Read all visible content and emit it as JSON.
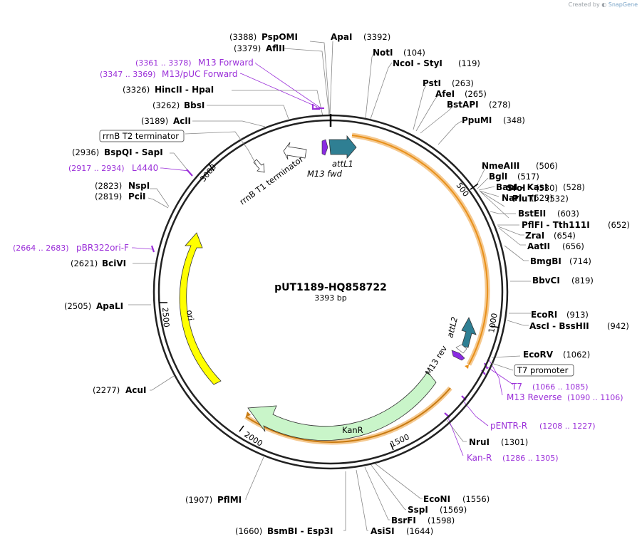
{
  "credit": {
    "prefix": "Created by",
    "brand": "SnapGene"
  },
  "plasmid": {
    "name": "pUT1189-HQ858722",
    "length": 3393,
    "length_label": "3393 bp"
  },
  "colors": {
    "enzyme_text": "#000000",
    "primer": "#9b30d9",
    "att": "#2f7f93",
    "m13": "#8a2be2",
    "ori": "#ffff00",
    "kanr": "#c8f5c8",
    "orange_highlight": "#f0a030",
    "backbone": "#222222"
  },
  "ticks": [
    {
      "pos": 500,
      "label": "500"
    },
    {
      "pos": 1000,
      "label": "1000"
    },
    {
      "pos": 1500,
      "label": "1500"
    },
    {
      "pos": 2000,
      "label": "2000"
    },
    {
      "pos": 2500,
      "label": "2500"
    },
    {
      "pos": 3000,
      "label": "3000"
    }
  ],
  "enzymes": [
    {
      "name": "PspOMI",
      "pos": "(3388)"
    },
    {
      "name": "AflII",
      "pos": "(3379)"
    },
    {
      "name": "ApaI",
      "pos": "(3392)"
    },
    {
      "name": "NotI",
      "pos": "(104)"
    },
    {
      "name": "NcoI - StyI",
      "pos": "(119)"
    },
    {
      "name": "HincII - HpaI",
      "pos": "(3326)"
    },
    {
      "name": "BbsI",
      "pos": "(3262)"
    },
    {
      "name": "AclI",
      "pos": "(3189)"
    },
    {
      "name": "PstI",
      "pos": "(263)"
    },
    {
      "name": "AfeI",
      "pos": "(265)"
    },
    {
      "name": "BstAPI",
      "pos": "(278)"
    },
    {
      "name": "PpuMI",
      "pos": "(348)"
    },
    {
      "name": "BspQI - SapI",
      "pos": "(2936)"
    },
    {
      "name": "NmeAIII",
      "pos": "(506)"
    },
    {
      "name": "BglI",
      "pos": "(517)"
    },
    {
      "name": "BanI - KasI",
      "pos": "(528)"
    },
    {
      "name": "NarI",
      "pos": "(529)"
    },
    {
      "name": "SfoI",
      "pos": "(530)"
    },
    {
      "name": "PluTI",
      "pos": "(532)"
    },
    {
      "name": "NspI",
      "pos": "(2823)"
    },
    {
      "name": "PciI",
      "pos": "(2819)"
    },
    {
      "name": "BstEII",
      "pos": "(603)"
    },
    {
      "name": "PflFI - Tth111I",
      "pos": "(652)"
    },
    {
      "name": "ZraI",
      "pos": "(654)"
    },
    {
      "name": "AatII",
      "pos": "(656)"
    },
    {
      "name": "BmgBI",
      "pos": "(714)"
    },
    {
      "name": "BciVI",
      "pos": "(2621)"
    },
    {
      "name": "BbvCI",
      "pos": "(819)"
    },
    {
      "name": "ApaLI",
      "pos": "(2505)"
    },
    {
      "name": "EcoRI",
      "pos": "(913)"
    },
    {
      "name": "AscI - BssHII",
      "pos": "(942)"
    },
    {
      "name": "EcoRV",
      "pos": "(1062)"
    },
    {
      "name": "AcuI",
      "pos": "(2277)"
    },
    {
      "name": "NruI",
      "pos": "(1301)"
    },
    {
      "name": "PflMI",
      "pos": "(1907)"
    },
    {
      "name": "EcoNI",
      "pos": "(1556)"
    },
    {
      "name": "SspI",
      "pos": "(1569)"
    },
    {
      "name": "BsrFI",
      "pos": "(1598)"
    },
    {
      "name": "AsiSI",
      "pos": "(1644)"
    },
    {
      "name": "BsmBI - Esp3I",
      "pos": "(1660)"
    }
  ],
  "primers": [
    {
      "name": "M13 Forward",
      "range": "(3361 .. 3378)"
    },
    {
      "name": "M13/pUC Forward",
      "range": "(3347 .. 3369)"
    },
    {
      "name": "L4440",
      "range": "(2917 .. 2934)"
    },
    {
      "name": "pBR322ori-F",
      "range": "(2664 .. 2683)"
    },
    {
      "name": "T7",
      "range": "(1066 .. 1085)"
    },
    {
      "name": "M13 Reverse",
      "range": "(1090 .. 1106)"
    },
    {
      "name": "pENTR-R",
      "range": "(1208 .. 1227)"
    },
    {
      "name": "Kan-R",
      "range": "(1286 .. 1305)"
    }
  ],
  "features": {
    "rrnb_t2": "rrnB T2 terminator",
    "rrnb_t1": "rrnB T1 terminator",
    "attL1": "attL1",
    "m13_fwd": "M13 fwd",
    "attL2": "attL2",
    "m13_rev": "M13 rev",
    "t7_promoter": "T7 promoter",
    "kanr": "KanR",
    "ori": "ori"
  }
}
